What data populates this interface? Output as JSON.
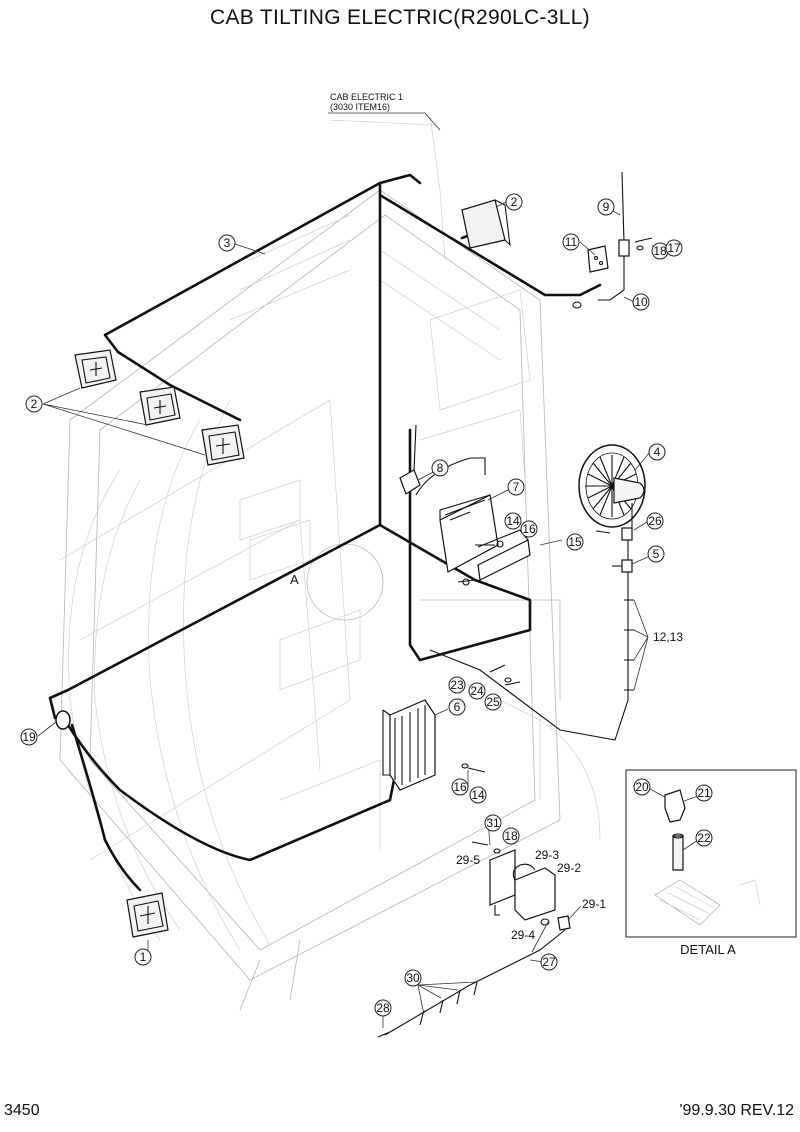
{
  "title": "CAB TILTING ELECTRIC(R290LC-3LL)",
  "page_number": "3450",
  "revision": "'99.9.30 REV.12",
  "reference_note": {
    "line1": "CAB ELECTRIC 1",
    "line2": "(3030 ITEM16)"
  },
  "section_marker": "A",
  "detail_caption": "DETAIL A",
  "callouts": {
    "c1": "1",
    "c2a": "2",
    "c2b": "2",
    "c3": "3",
    "c4": "4",
    "c5": "5",
    "c6": "6",
    "c7": "7",
    "c8": "8",
    "c9": "9",
    "c10": "10",
    "c11": "11",
    "c14a": "14",
    "c14b": "14",
    "c15": "15",
    "c16a": "16",
    "c16b": "16",
    "c17": "17",
    "c18a": "18",
    "c18b": "18",
    "c19": "19",
    "c20": "20",
    "c21": "21",
    "c22": "22",
    "c23": "23",
    "c24": "24",
    "c25": "25",
    "c26": "26",
    "c27": "27",
    "c28": "28",
    "c30": "30",
    "c31": "31",
    "c12_13": "12,13",
    "c29_1": "29-1",
    "c29_2": "29-2",
    "c29_3": "29-3",
    "c29_4": "29-4",
    "c29_5": "29-5"
  }
}
